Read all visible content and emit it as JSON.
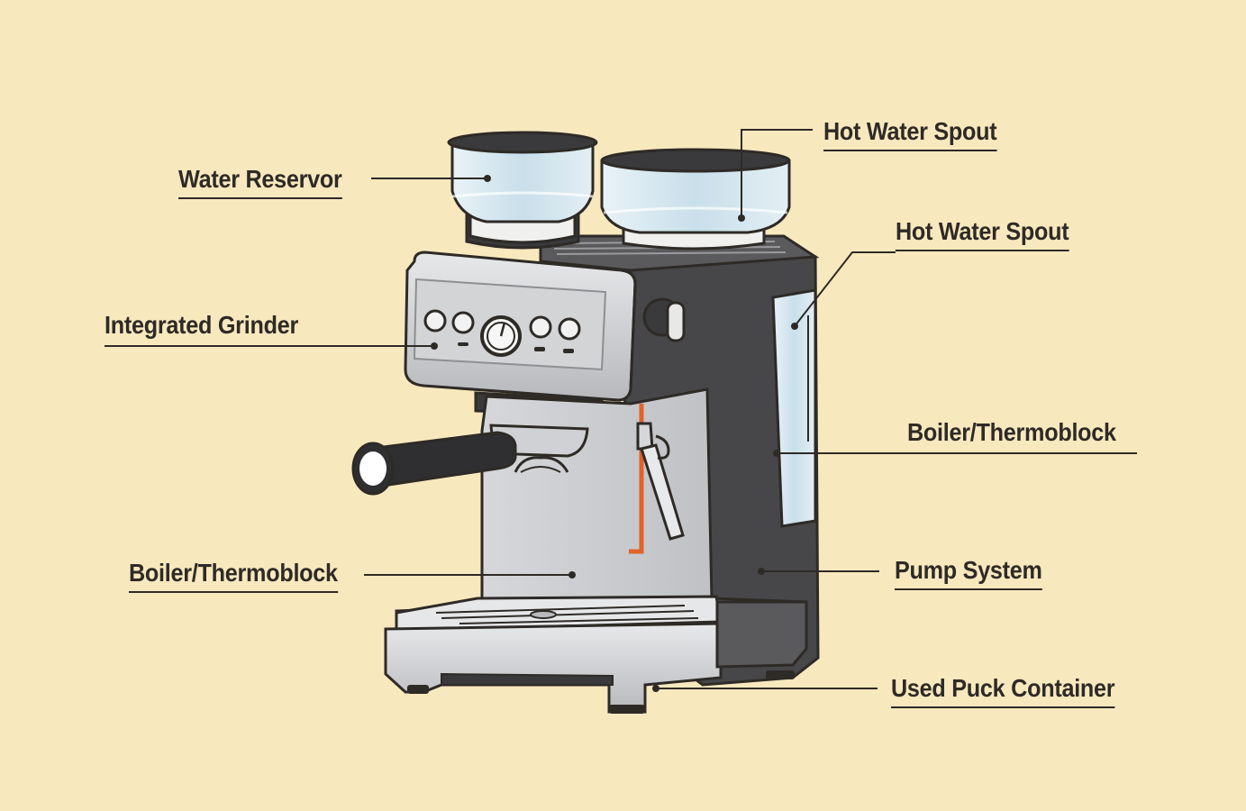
{
  "labels": {
    "water_reservoir": "Water Reservor",
    "integrated_grinder": "Integrated Grinder",
    "boiler_left": "Boiler/Thermoblock",
    "hot_water_spout_top": "Hot Water Spout",
    "hot_water_spout_right": "Hot Water Spout",
    "boiler_right": "Boiler/Thermoblock",
    "pump_system": "Pump System",
    "used_puck_container": "Used Puck Container"
  },
  "colors": {
    "background": "#f8e8be",
    "outline": "#2e2a26",
    "stainless": "#c9cacc",
    "dark_body": "#4a4a4c",
    "glass": "#dceaf2",
    "accent_orange": "#e2622a"
  }
}
